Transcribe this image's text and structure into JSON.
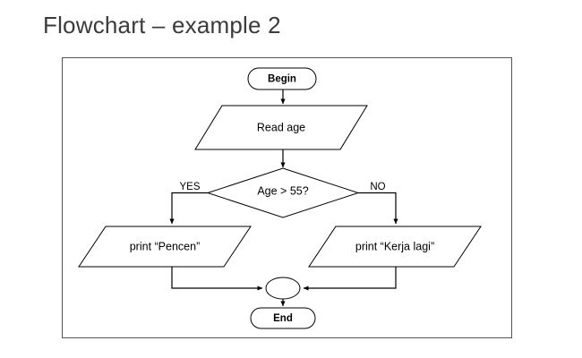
{
  "slide": {
    "title": "Flowchart – example 2"
  },
  "diagram": {
    "frame_label": "flowchart-frame",
    "colors": {
      "stroke": "#000000",
      "fill": "#ffffff",
      "title_text": "#3b3b3b",
      "frame_border": "#555555"
    },
    "nodes": [
      {
        "id": "begin",
        "type": "terminator",
        "label": "Begin"
      },
      {
        "id": "read",
        "type": "input-output",
        "label": "Read age"
      },
      {
        "id": "decision",
        "type": "decision",
        "label": "Age > 55?"
      },
      {
        "id": "print_pencen",
        "type": "input-output",
        "label": "print “Pencen”"
      },
      {
        "id": "print_kerja",
        "type": "input-output",
        "label": "print “Kerja lagi”"
      },
      {
        "id": "merge",
        "type": "connector",
        "label": ""
      },
      {
        "id": "end",
        "type": "terminator",
        "label": "End"
      }
    ],
    "edges": [
      {
        "from": "begin",
        "to": "read",
        "label": ""
      },
      {
        "from": "read",
        "to": "decision",
        "label": ""
      },
      {
        "from": "decision",
        "to": "print_pencen",
        "label": "YES"
      },
      {
        "from": "decision",
        "to": "print_kerja",
        "label": "NO"
      },
      {
        "from": "print_pencen",
        "to": "merge",
        "label": ""
      },
      {
        "from": "print_kerja",
        "to": "merge",
        "label": ""
      },
      {
        "from": "merge",
        "to": "end",
        "label": ""
      }
    ]
  }
}
